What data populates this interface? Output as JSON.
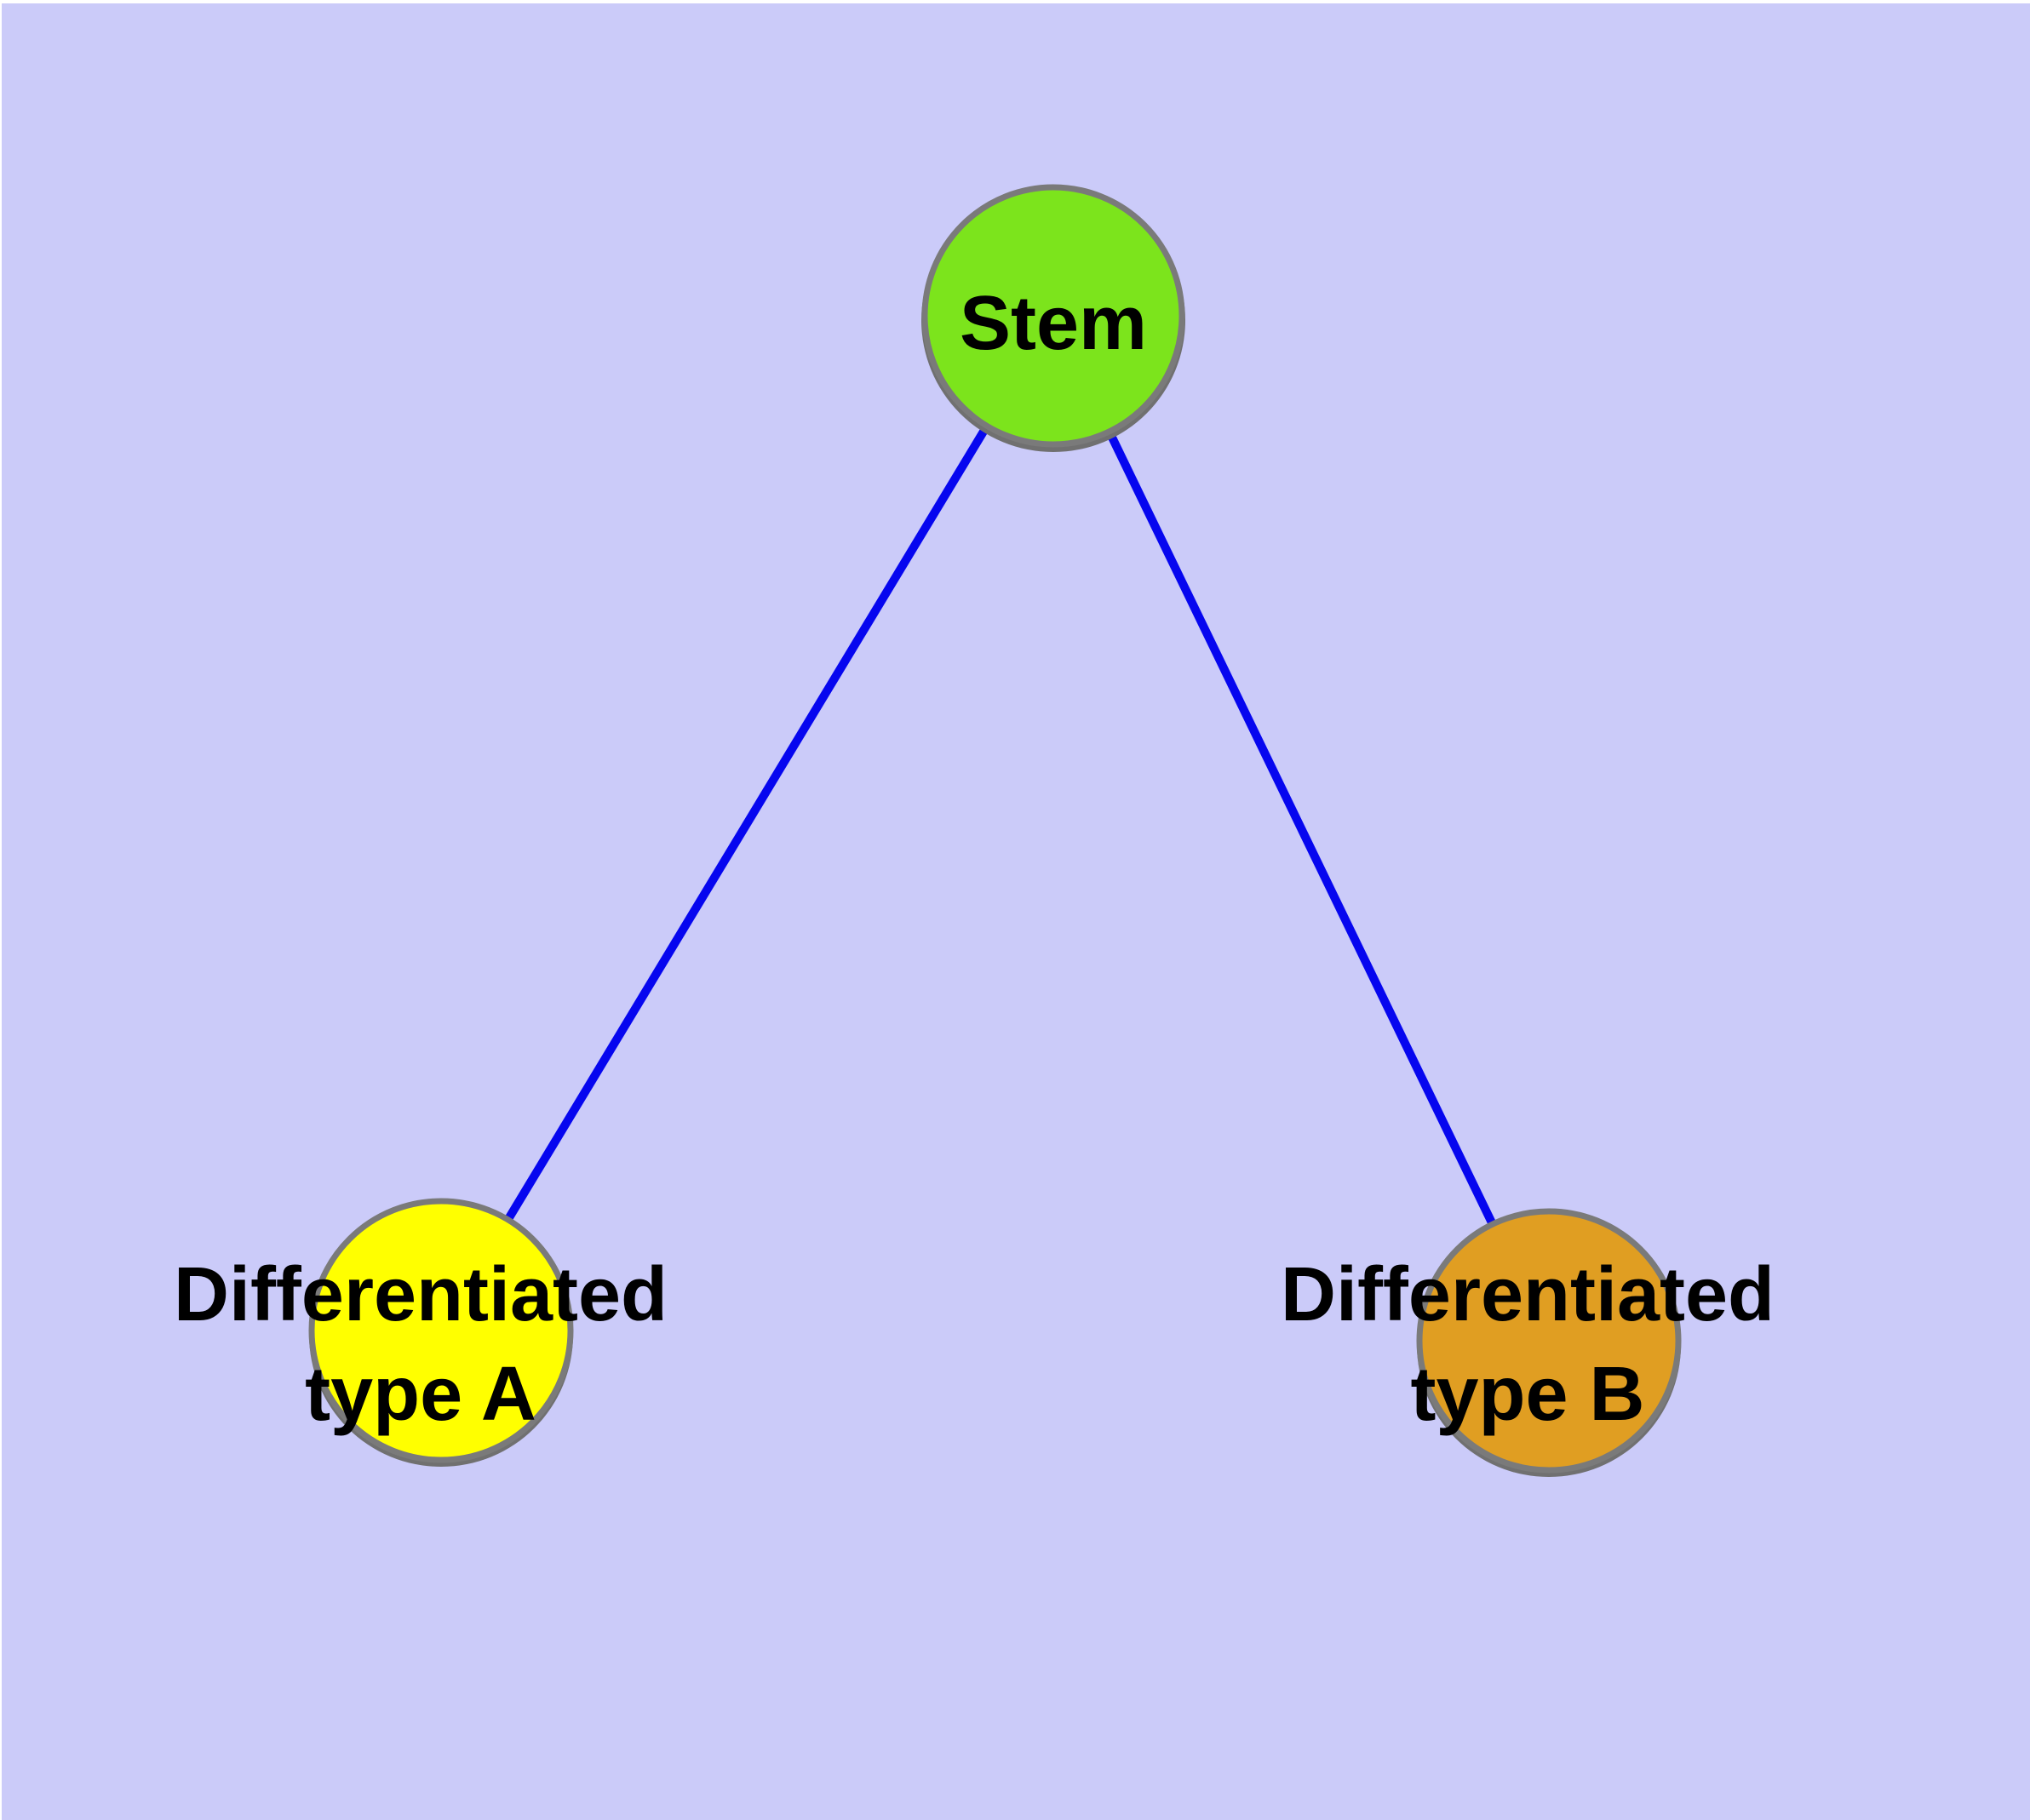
{
  "page": {
    "frame_color": "#FFFFFF"
  },
  "diagram": {
    "background_color": "#CBCBF9",
    "edge_color": "#0606EF",
    "node_border_color": "#7A7A7A",
    "node_shadow_color": "#707070",
    "label_color": "#000000",
    "nodes": {
      "stem": {
        "label": "Stem",
        "fill_color": "#7CE41C"
      },
      "type_a": {
        "label_line1": "Differentiated",
        "label_line2": "type A",
        "fill_color": "#FFFF00"
      },
      "type_b": {
        "label_line1": "Differentiated",
        "label_line2": "type B",
        "fill_color": "#E09E22"
      }
    },
    "edges": [
      {
        "from": "Stem",
        "to": "Differentiated type A"
      },
      {
        "from": "Stem",
        "to": "Differentiated type B"
      }
    ]
  }
}
